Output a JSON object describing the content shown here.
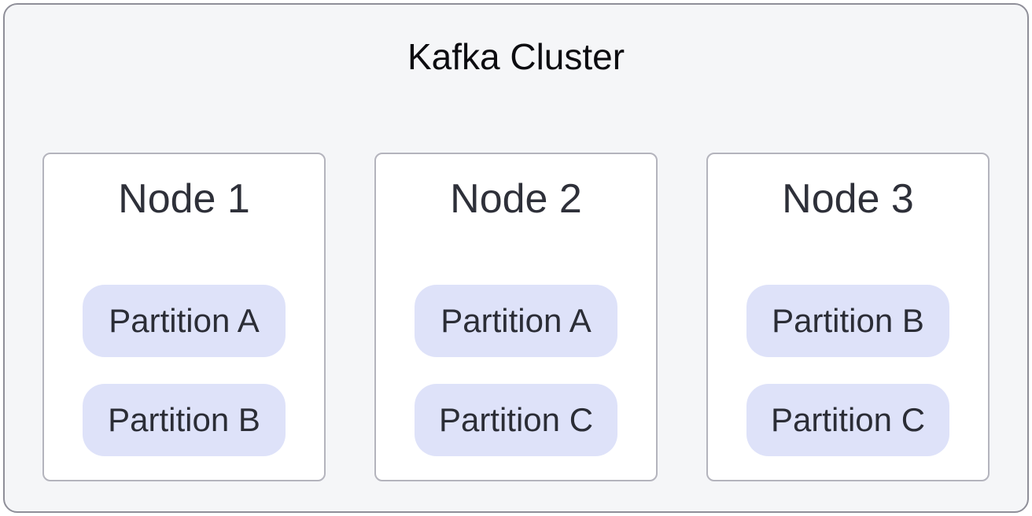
{
  "cluster": {
    "title": "Kafka Cluster",
    "nodes": [
      {
        "label": "Node 1",
        "partitions": [
          "Partition A",
          "Partition B"
        ]
      },
      {
        "label": "Node 2",
        "partitions": [
          "Partition A",
          "Partition C"
        ]
      },
      {
        "label": "Node 3",
        "partitions": [
          "Partition B",
          "Partition C"
        ]
      }
    ],
    "colors": {
      "cluster_background": "#f5f6f8",
      "cluster_border": "#8f8f99",
      "node_background": "#ffffff",
      "node_border": "#b4b4bd",
      "partition_background": "#dee2f9",
      "title_text": "#0c0c10",
      "node_text": "#2e3039",
      "partition_text": "#2b2d36"
    }
  }
}
